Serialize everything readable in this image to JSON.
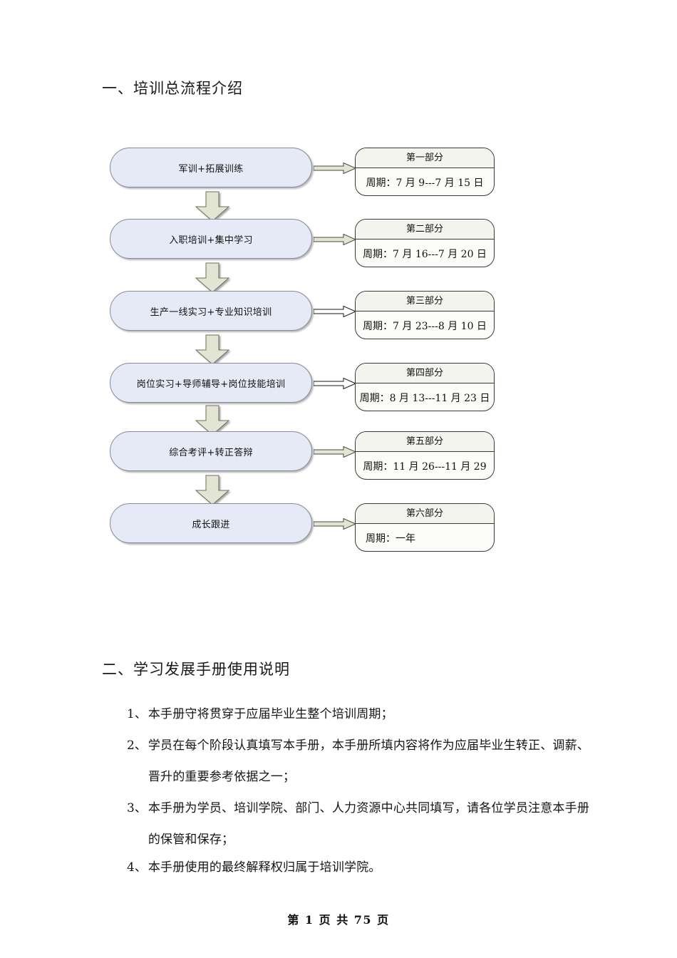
{
  "document": {
    "headings": {
      "section_1": "一、培训总流程介绍",
      "section_2": "二、学习发展手册使用说明"
    },
    "footer": "第 1 页 共 75 页"
  },
  "flowchart": {
    "type": "flow",
    "direction": "top-to-bottom",
    "stages": [
      {
        "stage_label": "军训+拓展训练",
        "part_title": "第一部分",
        "period": "周期：7 月 9---7 月 15 日",
        "period_align": "center"
      },
      {
        "stage_label": "入职培训+集中学习",
        "part_title": "第二部分",
        "period": "周期：7 月 16---7 月 20 日",
        "period_align": "center"
      },
      {
        "stage_label": "生产一线实习+专业知识培训",
        "part_title": "第三部分",
        "period": "周期：7 月 23---8 月 10 日",
        "period_align": "center"
      },
      {
        "stage_label": "岗位实习+导师辅导+岗位技能培训",
        "part_title": "第四部分",
        "period": "周期：8 月 13---11 月 23 日",
        "period_align": "center"
      },
      {
        "stage_label": "综合考评+转正答辩",
        "part_title": "第五部分",
        "period": "周期：11 月 26---11 月 29",
        "period_align": "center"
      },
      {
        "stage_label": "成长跟进",
        "part_title": "第六部分",
        "period": "周期：一年",
        "period_align": "left"
      }
    ],
    "colors": {
      "stage_fill": "#e5eaf6",
      "stage_border": "#8a8a9e",
      "part_header_fill": "#f4f4ee",
      "part_border": "#3a3a3a",
      "arrow_fill": "#e2e5d4",
      "arrow_border": "#6f6f5c"
    }
  },
  "instructions": [
    {
      "number": "1、",
      "text": "本手册守将贯穿于应届毕业生整个培训周期；",
      "spacing": "loose"
    },
    {
      "number": "2、",
      "text": "学员在每个阶段认真填写本手册，本手册所填内容将作为应届毕业生转正、调薪、晋升的重要参考依据之一；",
      "spacing": "loose"
    },
    {
      "number": "3、",
      "text": "本手册为学员、培训学院、部门、人力资源中心共同填写，请各位学员注意本手册的保管和保存；",
      "spacing": "loose"
    },
    {
      "number": "4、",
      "text": "本手册使用的最终解释权归属于培训学院。",
      "spacing": "tight"
    }
  ]
}
